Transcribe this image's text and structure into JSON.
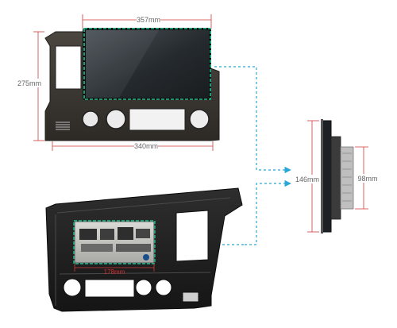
{
  "dimensions": {
    "front_width": "357mm",
    "front_height": "275mm",
    "frame_bottom_width": "340mm",
    "side_height": "146mm",
    "side_depth": "98mm",
    "back_unit_width": "178mm"
  },
  "colors": {
    "dimension_line": "#d23a3a",
    "guide_arrow": "#2aa7d6",
    "frame": "#3a3631",
    "screen": "#2a2f33",
    "highlight_border": "#1fbf8f"
  }
}
